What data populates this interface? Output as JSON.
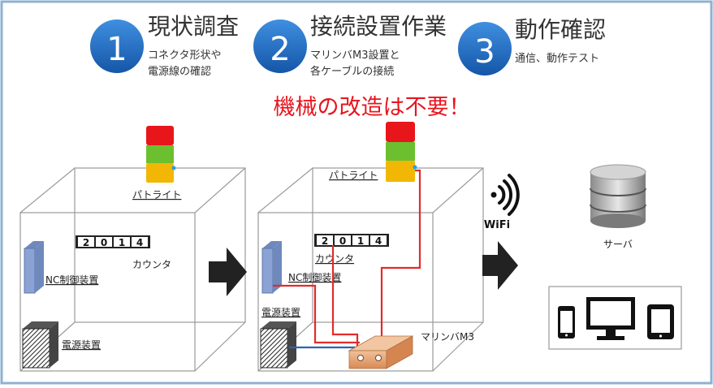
{
  "steps": [
    {
      "number": "1",
      "title": "現状調査",
      "desc_line1": "コネクタ形状や",
      "desc_line2": "電源線の確認"
    },
    {
      "number": "2",
      "title": "接続設置作業",
      "desc_line1": "マリンバM3設置と",
      "desc_line2": "各ケーブルの接続"
    },
    {
      "number": "3",
      "title": "動作確認",
      "desc_line1": "通信、動作テスト",
      "desc_line2": ""
    }
  ],
  "headline": "機械の改造は不要！",
  "machine_before": {
    "patlite_label": "パトライト",
    "counter_digits": [
      "2",
      "0",
      "1",
      "4"
    ],
    "counter_label": "カウンタ",
    "nc_label": "NC制御装置",
    "power_label": "電源装置"
  },
  "machine_after": {
    "patlite_label": "パトライト",
    "counter_digits": [
      "2",
      "0",
      "1",
      "4"
    ],
    "counter_label": "カウンタ",
    "nc_label": "NC制御装置",
    "power_label": "電源装置",
    "device_label": "マリンバM3"
  },
  "wifi_label": "WiFi",
  "server_label": "サーバ",
  "colors": {
    "frame_border": "#8fb0d3",
    "step_circle": "#1f6fc5",
    "headline": "#e8141e",
    "cable_red": "#e32b2b",
    "cable_blue": "#2b62b8",
    "nc_box": "#8aa3d4",
    "lamp_red": "#e8161b",
    "lamp_green": "#6cbf2f",
    "lamp_yellow": "#f2b705",
    "device": "#e8a070"
  },
  "icons": [
    "wifi-icon",
    "server-database-icon",
    "smartphone-icon",
    "monitor-icon",
    "tablet-icon",
    "arrow-right-icon"
  ]
}
